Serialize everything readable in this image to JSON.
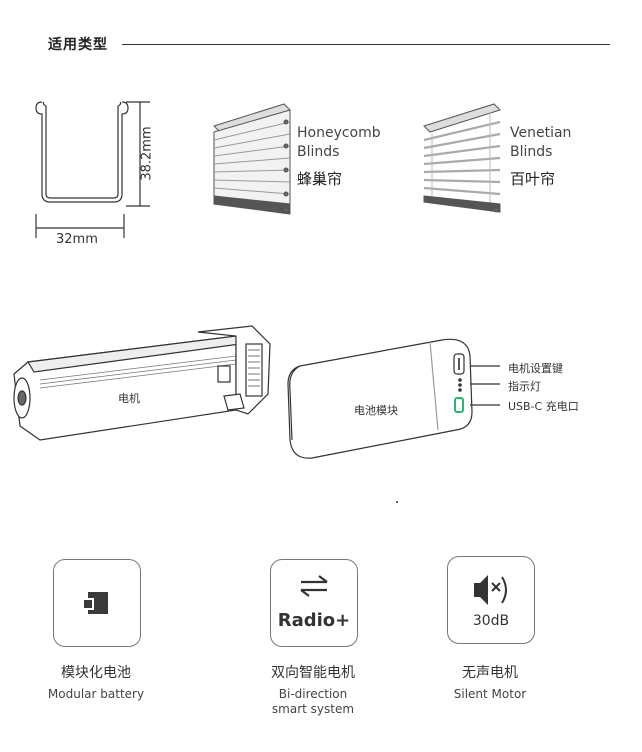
{
  "section": {
    "title": "适用类型"
  },
  "profile": {
    "height_label": "38.2mm",
    "width_label": "32mm"
  },
  "blinds": [
    {
      "en_line1": "Honeycomb",
      "en_line2": "Blinds",
      "cn": "蜂巢帘"
    },
    {
      "en_line1": "Venetian",
      "en_line2": "Blinds",
      "cn": "百叶帘"
    }
  ],
  "parts": {
    "motor_label": "电机",
    "battery_label": "电池模块",
    "callouts": [
      "电机设置键",
      "指示灯",
      "USB-C 充电口"
    ]
  },
  "features": [
    {
      "icon": "battery-module-icon",
      "cn": "模块化电池",
      "en_line1": "Modular battery",
      "en_line2": ""
    },
    {
      "icon": "radio-plus-icon",
      "icon_text": "Radio+",
      "cn": "双向智能电机",
      "en_line1": "Bi-direction",
      "en_line2": "smart system"
    },
    {
      "icon": "speaker-mute-icon",
      "icon_text": "30dB",
      "cn": "无声电机",
      "en_line1": "Silent Motor",
      "en_line2": ""
    }
  ],
  "colors": {
    "accent_green": "#2bb673",
    "line": "#333333"
  }
}
